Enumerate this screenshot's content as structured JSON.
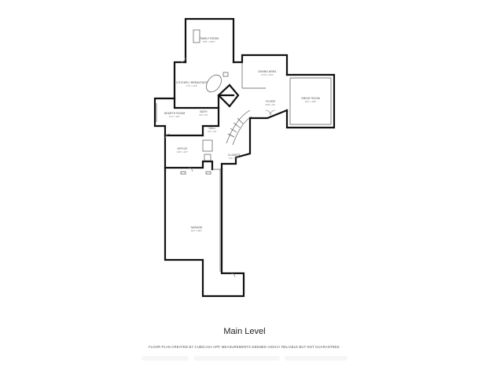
{
  "plan": {
    "level_title": "Main Level",
    "disclaimer": "FLOOR PLAN CREATED BY CUBICASA APP. MEASUREMENTS DEEMED HIGHLY RELIABLE BUT NOT GUARANTEED.",
    "rooms": [
      {
        "id": "family-room",
        "name": "FAMILY ROOM",
        "dims": "18'0\" x 15'10\""
      },
      {
        "id": "kitchen",
        "name": "KITCHEN / BREAKFAST",
        "dims": "17'0\" x 14'6\""
      },
      {
        "id": "dining",
        "name": "DINING AREA",
        "dims": "13'10\" x 12'6\""
      },
      {
        "id": "sunroom",
        "name": "GREAT ROOM",
        "dims": "16'6\" x 15'8\""
      },
      {
        "id": "foyer",
        "name": "FOYER",
        "dims": "15'8\" x 9'3\""
      },
      {
        "id": "dinette",
        "name": "BATH",
        "dims": "6'5\" x 5'4\""
      },
      {
        "id": "hearth",
        "name": "HEARTH ROOM",
        "dims": "12'1\" x 11'6\""
      },
      {
        "id": "bath",
        "name": "HALL",
        "dims": "5'3\" x 4'0\""
      },
      {
        "id": "office",
        "name": "OFFICE",
        "dims": "10'8\" x 10'7\""
      },
      {
        "id": "garage",
        "name": "GARAGE",
        "dims": "30'2\" x 38'4\""
      },
      {
        "id": "closet",
        "name": "CLOSET",
        "dims": "5'0\" x 4'3\""
      }
    ]
  }
}
